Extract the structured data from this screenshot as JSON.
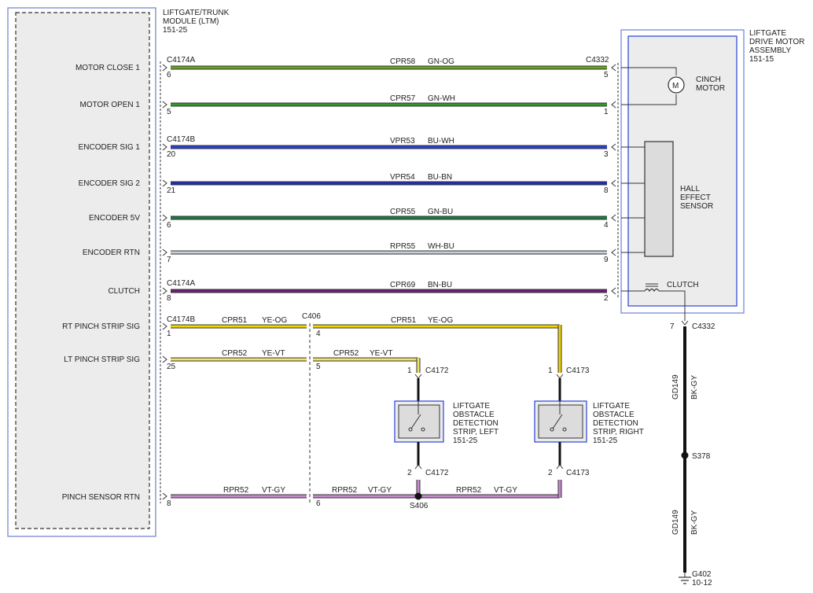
{
  "ltm": {
    "title_lines": [
      "LIFTGATE/TRUNK",
      "MODULE (LTM)",
      "151-25"
    ]
  },
  "motor_assembly": {
    "title_lines": [
      "LIFTGATE",
      "DRIVE MOTOR",
      "ASSEMBLY",
      "151-15"
    ]
  },
  "cinch_motor": {
    "symbol": "M",
    "label_lines": [
      "CINCH",
      "MOTOR"
    ]
  },
  "hall_sensor": {
    "label_lines": [
      "HALL",
      "EFFECT",
      "SENSOR"
    ]
  },
  "clutch": {
    "label": "CLUTCH"
  },
  "colors": {
    "GN-OG": "#6aa321",
    "GN-WH": "#2f9a2a",
    "BU-WH": "#2a3fd8",
    "BU-BN": "#1f2fb0",
    "GN-BU": "#1f7a3e",
    "WH-BU": "#c8cde0",
    "BN-BU": "#6a1f73",
    "YE-OG": "#f2d500",
    "YE-VT": "#efe36a",
    "VT-GY": "#c88ad0",
    "BK-GY": "#111111",
    "frame": "#6b7fd6"
  },
  "circuits": [
    {
      "pin_label": "MOTOR CLOSE 1",
      "left_conn": "C4174A",
      "left_pin": "6",
      "circuit": "CPR58",
      "color": "GN-OG",
      "right_conn": "C4332",
      "right_pin": "5"
    },
    {
      "pin_label": "MOTOR OPEN 1",
      "left_conn": "",
      "left_pin": "5",
      "circuit": "CPR57",
      "color": "GN-WH",
      "right_conn": "",
      "right_pin": "1"
    },
    {
      "pin_label": "ENCODER SIG 1",
      "left_conn": "C4174B",
      "left_pin": "20",
      "circuit": "VPR53",
      "color": "BU-WH",
      "right_conn": "",
      "right_pin": "3"
    },
    {
      "pin_label": "ENCODER SIG 2",
      "left_conn": "",
      "left_pin": "21",
      "circuit": "VPR54",
      "color": "BU-BN",
      "right_conn": "",
      "right_pin": "8"
    },
    {
      "pin_label": "ENCODER 5V",
      "left_conn": "",
      "left_pin": "6",
      "circuit": "CPR55",
      "color": "GN-BU",
      "right_conn": "",
      "right_pin": "4"
    },
    {
      "pin_label": "ENCODER RTN",
      "left_conn": "",
      "left_pin": "7",
      "circuit": "RPR55",
      "color": "WH-BU",
      "right_conn": "",
      "right_pin": "9"
    },
    {
      "pin_label": "CLUTCH",
      "left_conn": "C4174A",
      "left_pin": "8",
      "circuit": "CPR69",
      "color": "BN-BU",
      "right_conn": "",
      "right_pin": "2"
    }
  ],
  "pinch": {
    "rt": {
      "pin_label": "RT PINCH STRIP SIG",
      "left_conn": "C4174B",
      "left_pin": "1",
      "circuit": "CPR51",
      "color": "YE-OG",
      "c406": "C406",
      "c406_pin": "4",
      "circuit2": "CPR51",
      "color2": "YE-OG"
    },
    "lt": {
      "pin_label": "LT PINCH STRIP SIG",
      "left_pin": "25",
      "circuit": "CPR52",
      "color": "YE-VT",
      "c406_pin": "5",
      "circuit2": "CPR52",
      "color2": "YE-VT"
    },
    "rtn": {
      "pin_label": "PINCH SENSOR RTN",
      "left_pin": "8",
      "circuit": "RPR52",
      "color": "VT-GY",
      "c406_pin": "6",
      "circuit2": "RPR52",
      "color2": "VT-GY",
      "circuit3": "RPR52",
      "color3": "VT-GY",
      "splice": "S406"
    }
  },
  "strip_left": {
    "top_pin": "1",
    "top_conn": "C4172",
    "bottom_pin": "2",
    "bottom_conn": "C4172",
    "label_lines": [
      "LIFTGATE",
      "OBSTACLE",
      "DETECTION",
      "STRIP, LEFT",
      "151-25"
    ]
  },
  "strip_right": {
    "top_pin": "1",
    "top_conn": "C4173",
    "bottom_pin": "2",
    "bottom_conn": "C4173",
    "label_lines": [
      "LIFTGATE",
      "OBSTACLE",
      "DETECTION",
      "STRIP, RIGHT",
      "151-25"
    ]
  },
  "ground": {
    "conn_pin": "7",
    "conn": "C4332",
    "circuit": "GD149",
    "color": "BK-GY",
    "splice": "S378",
    "circuit2": "GD149",
    "color2": "BK-GY",
    "ground_id": "G402",
    "ground_ref": "10-12"
  }
}
